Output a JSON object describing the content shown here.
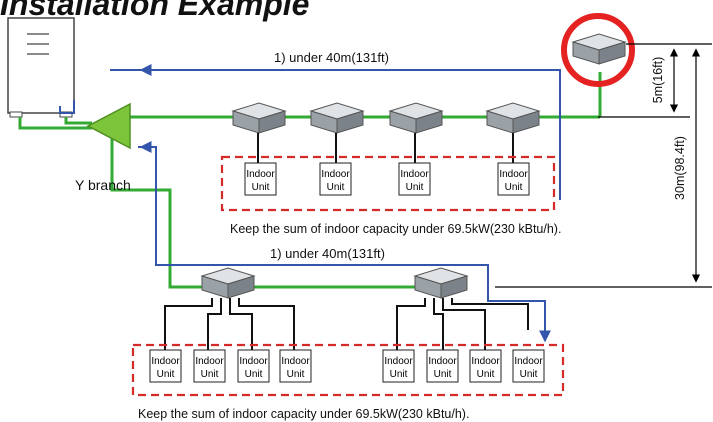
{
  "diagram": {
    "title": "Installation Example",
    "pipe_label_upper": "1) under 40m(131ft)",
    "pipe_label_lower": "1) under 40m(131ft)",
    "y_branch_label": "Y branch",
    "indoor_unit_line1": "Indoor",
    "indoor_unit_line2": "Unit",
    "capacity_note_upper": "Keep the sum of indoor capacity under 69.5kW(230 kBtu/h).",
    "capacity_note_lower": "Keep the sum of indoor capacity under 69.5kW(230 kBtu/h).",
    "height_short": "5m(16ft)",
    "height_long": "30m(98.4ft)",
    "colors": {
      "refrigerant_pipe": "#33aa33",
      "distance_arrow": "#3355aa",
      "group_box": "#d42a2a",
      "highlight_circle": "#e52222",
      "y_branch": "#7cc43a"
    }
  }
}
